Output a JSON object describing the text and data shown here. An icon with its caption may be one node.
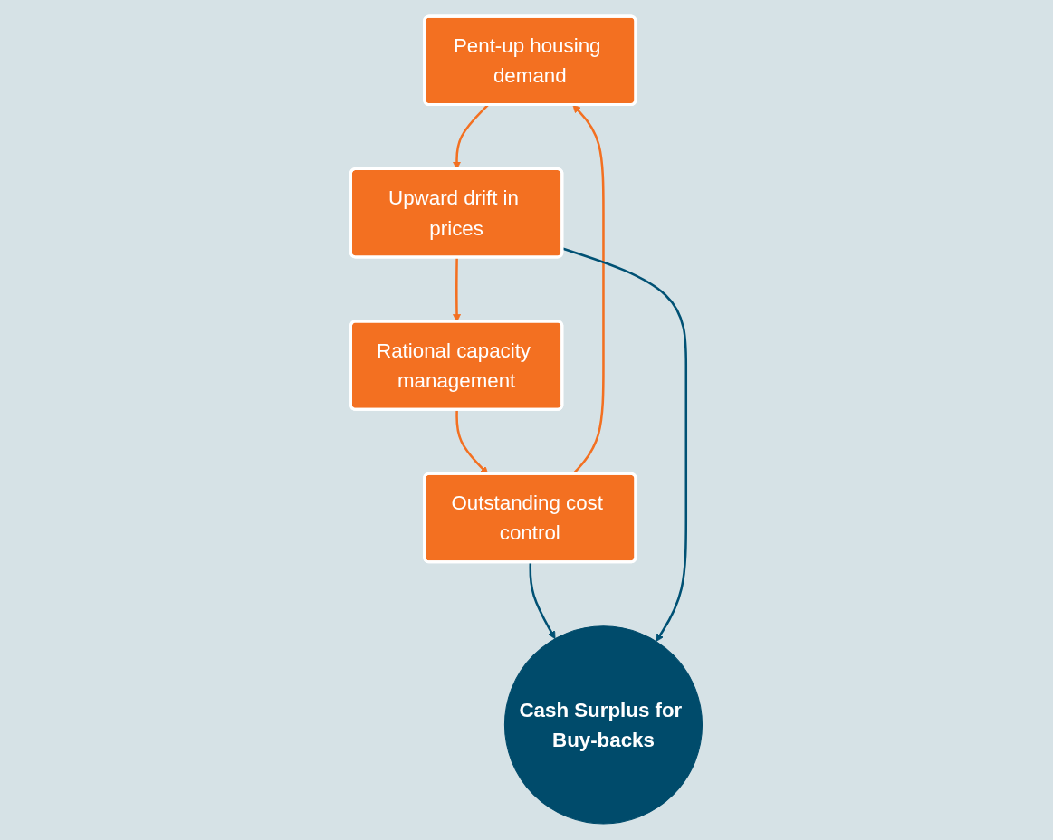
{
  "diagram": {
    "nodes": [
      {
        "text": [
          "Pent-up housing demand"
        ]
      },
      {
        "text": [
          "Outstanding cost control"
        ]
      },
      {
        "text": [
          "Cash Surplus for Buy-backs"
        ]
      },
      {
        "text": [
          "Upward drift in prices"
        ]
      },
      {
        "text": [
          "Rational capacity management"
        ]
      }
    ],
    "edges": [
      {
        "from": 0,
        "to": 3,
        "arrow": "to"
      },
      {
        "from": 3,
        "to": 4,
        "arrow": "to"
      },
      {
        "from": 4,
        "to": 1,
        "arrow": "to"
      },
      {
        "from": 1,
        "to": 0,
        "arrow": "to"
      },
      {
        "from": 1,
        "to": 2,
        "arrow": "to",
        "color": "#005174"
      },
      {
        "from": 3,
        "to": 2,
        "arrow": "to",
        "color": "#005174"
      }
    ]
  }
}
